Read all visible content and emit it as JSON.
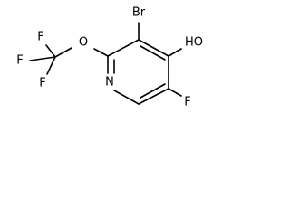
{
  "molecule": {
    "atoms": {
      "br": "Br",
      "oh": "HO",
      "o": "O",
      "n": "N",
      "f_ring": "F",
      "f_top": "F",
      "f_left": "F",
      "f_bottom": "F"
    }
  }
}
